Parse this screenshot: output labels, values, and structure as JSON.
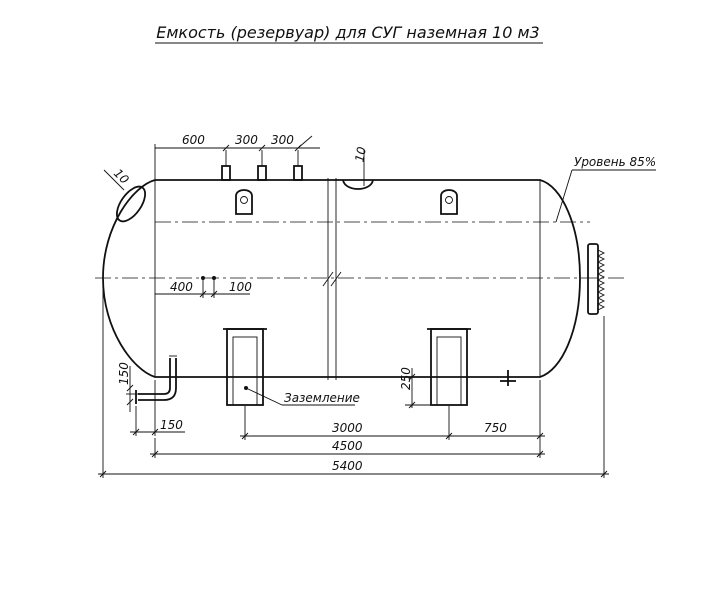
{
  "title": "Емкость (резервуар) для СУГ наземная 10 м3",
  "labels": {
    "level": "Уровень 85%",
    "grounding": "Заземление"
  },
  "dimensions": {
    "d600": "600",
    "d300a": "300",
    "d300b": "300",
    "d10_left": "10",
    "d10_top": "10",
    "d400": "400",
    "d100": "100",
    "d150_vertical": "150",
    "d150_horizontal": "150",
    "d250": "250",
    "d3000": "3000",
    "d750": "750",
    "d4500": "4500",
    "d5400": "5400"
  },
  "colors": {
    "ink": "#111111",
    "paper": "#ffffff"
  }
}
